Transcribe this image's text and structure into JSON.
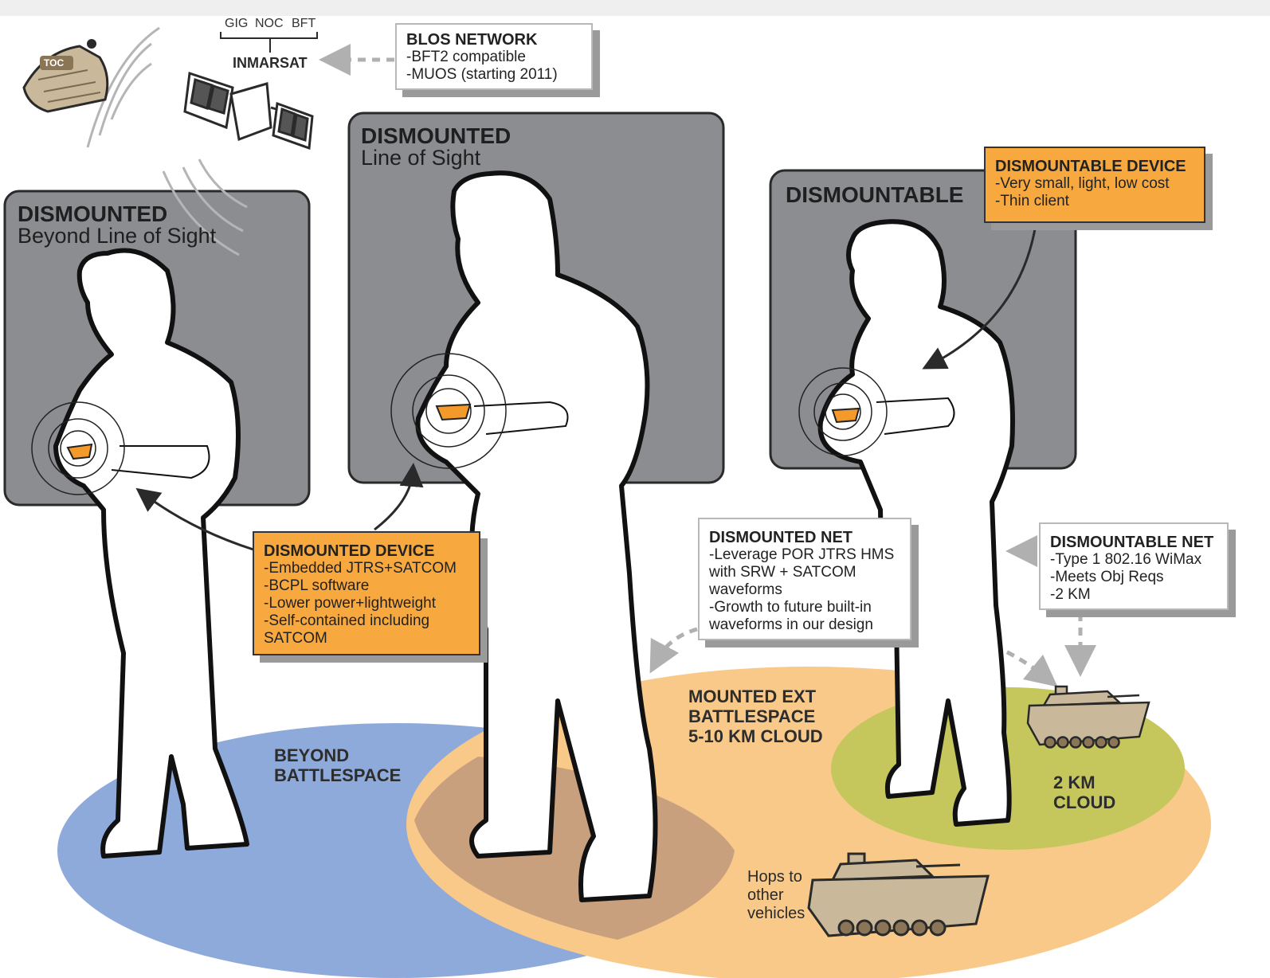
{
  "top_strip": {
    "labels": [
      "GIG",
      "NOC",
      "BFT"
    ],
    "inmarsat": "INMARSAT"
  },
  "toc": {
    "label": "TOC"
  },
  "blos_box": {
    "title": "BLOS NETWORK",
    "lines": [
      "-BFT2 compatible",
      "-MUOS (starting 2011)"
    ]
  },
  "panels": [
    {
      "title": "DISMOUNTED",
      "subtitle": "Beyond Line of Sight"
    },
    {
      "title": "DISMOUNTED",
      "subtitle": "Line of Sight"
    },
    {
      "title": "DISMOUNTABLE",
      "subtitle": ""
    }
  ],
  "dismountable_device": {
    "title": "DISMOUNTABLE DEVICE",
    "lines": [
      "-Very small, light, low cost",
      "-Thin client"
    ]
  },
  "dismounted_device": {
    "title": "DISMOUNTED DEVICE",
    "lines": [
      "-Embedded JTRS+SATCOM",
      "-BCPL software",
      "-Lower power+lightweight",
      "-Self-contained including",
      " SATCOM"
    ]
  },
  "dismounted_net": {
    "title": "DISMOUNTED NET",
    "lines": [
      "-Leverage POR JTRS HMS",
      " with SRW + SATCOM",
      " waveforms",
      "-Growth to future built-in",
      " waveforms in our design"
    ]
  },
  "dismountable_net": {
    "title": "DISMOUNTABLE NET",
    "lines": [
      "-Type 1 802.16 WiMax",
      "-Meets Obj Reqs",
      "-2 KM"
    ]
  },
  "zones": {
    "beyond": [
      "BEYOND",
      "BATTLESPACE"
    ],
    "mounted": [
      "MOUNTED EXT",
      "BATTLESPACE",
      "5-10 KM CLOUD"
    ],
    "cloud2": [
      "2 KM",
      "CLOUD"
    ]
  },
  "hops": [
    "Hops to",
    "other",
    "vehicles"
  ],
  "colors": {
    "panel": "#8c8d91",
    "orange": "#f7a940",
    "blue": "#8eaadb",
    "peach": "#f9c98a",
    "green": "#c5c75c",
    "overlap": "#c9a07e",
    "tank": "#c9b99a"
  }
}
